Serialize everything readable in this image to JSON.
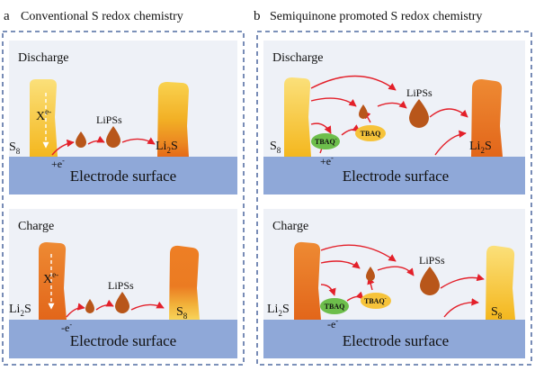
{
  "panel_a": {
    "letter": "a",
    "title": "Conventional S redox chemistry",
    "discharge": {
      "label": "Discharge",
      "reactant": "S",
      "reactant_sub": "8",
      "block_label": "X",
      "block_sup": "e-",
      "electron": "+e",
      "electron_sup": "-",
      "intermediate": "LiPSs",
      "product": "Li",
      "product_sub": "2",
      "product_tail": "S",
      "surface": "Electrode surface"
    },
    "charge": {
      "label": "Charge",
      "reactant": "Li",
      "reactant_sub": "2",
      "reactant_tail": "S",
      "block_label": "X",
      "block_sup": "e-",
      "electron": "-e",
      "electron_sup": "-",
      "intermediate": "LiPSs",
      "product": "S",
      "product_sub": "8",
      "surface": "Electrode surface"
    }
  },
  "panel_b": {
    "letter": "b",
    "title": "Semiquinone promoted S redox chemistry",
    "discharge": {
      "label": "Discharge",
      "reactant": "S",
      "reactant_sub": "8",
      "mediator_green": "TBAQ",
      "mediator_green_sup": "-",
      "mediator_yellow": "TBAQ",
      "electron": "+e",
      "electron_sup": "-",
      "intermediate": "LiPSs",
      "product": "Li",
      "product_sub": "2",
      "product_tail": "S",
      "surface": "Electrode surface"
    },
    "charge": {
      "label": "Charge",
      "reactant": "Li",
      "reactant_sub": "2",
      "reactant_tail": "S",
      "mediator_green": "TBAQ",
      "mediator_yellow": "TBAQ",
      "mediator_yellow_sup": "-",
      "electron": "-e",
      "electron_sup": "-",
      "intermediate": "LiPSs",
      "product": "S",
      "product_sub": "8",
      "surface": "Electrode surface"
    }
  },
  "colors": {
    "frame_dash": "#2F4F8F",
    "panel_bg": "#EEF1F7",
    "electrode": "#8FA8D8",
    "sulfur_yellow": "#F6C33A",
    "li2s_orange": "#E8711E",
    "droplet": "#B8561A",
    "arrow_red": "#E3202A",
    "tbaq_green": "#6DBE4B",
    "tbaq_yellow": "#F6C33A"
  }
}
